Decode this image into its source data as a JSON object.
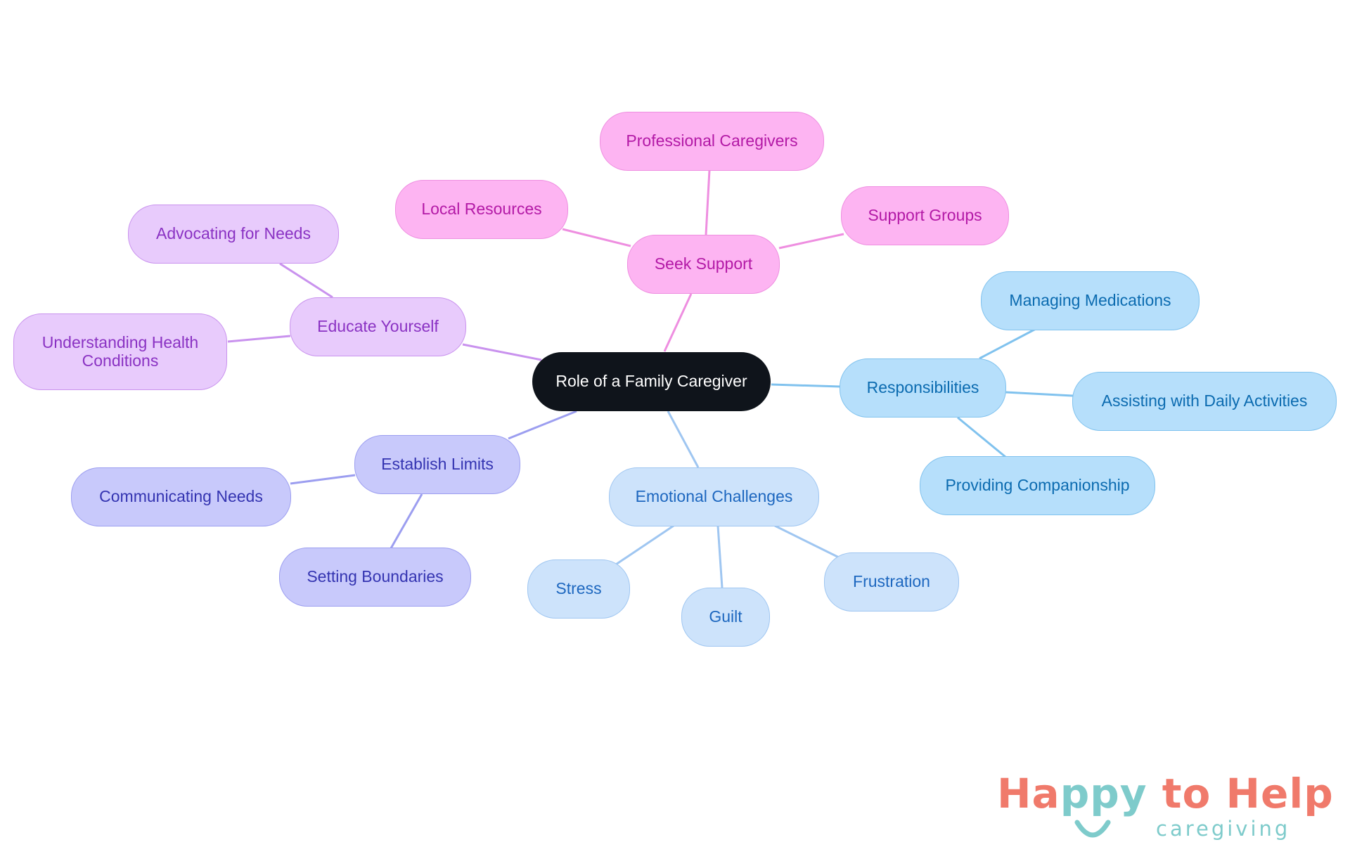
{
  "colors": {
    "root_bg": "#0f141b",
    "seek_support": "#fdb4f2",
    "educate_yourself": "#e8cbfc",
    "establish_limits": "#c8c9fb",
    "emotional_challenges": "#cde3fb",
    "responsibilities": "#b6dffb",
    "logo_coral": "#f07a6b",
    "logo_teal": "#7ecbcb"
  },
  "root": {
    "label": "Role of a Family Caregiver"
  },
  "branches": {
    "seek_support": {
      "label": "Seek Support",
      "children": [
        "Professional Caregivers",
        "Local Resources",
        "Support Groups"
      ]
    },
    "educate_yourself": {
      "label": "Educate Yourself",
      "children": [
        "Advocating for Needs",
        "Understanding Health Conditions"
      ]
    },
    "establish_limits": {
      "label": "Establish Limits",
      "children": [
        "Communicating Needs",
        "Setting Boundaries"
      ]
    },
    "emotional_challenges": {
      "label": "Emotional Challenges",
      "children": [
        "Stress",
        "Guilt",
        "Frustration"
      ]
    },
    "responsibilities": {
      "label": "Responsibilities",
      "children": [
        "Managing Medications",
        "Assisting with Daily Activities",
        "Providing Companionship"
      ]
    }
  },
  "logo": {
    "part_a": "Ha",
    "part_b": "ppy",
    "part_c": " to Help",
    "sub": "caregiving"
  }
}
